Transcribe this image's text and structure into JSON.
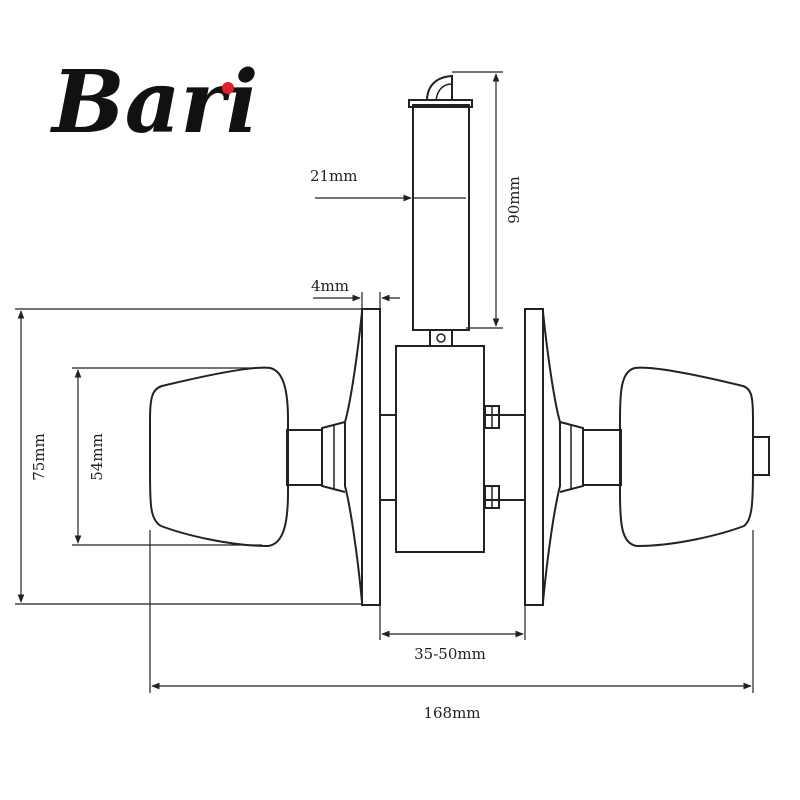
{
  "brand": {
    "logo_text": "Bari",
    "ink_color": "#111111",
    "dot_color": "#e0202a"
  },
  "diagram": {
    "line_color": "#222222",
    "dimensions": {
      "latch_width": "21mm",
      "latch_length": "90mm",
      "rose_thickness": "4mm",
      "rose_height": "75mm",
      "knob_height": "54mm",
      "door_thickness": "35-50mm",
      "total_length": "168mm"
    }
  }
}
